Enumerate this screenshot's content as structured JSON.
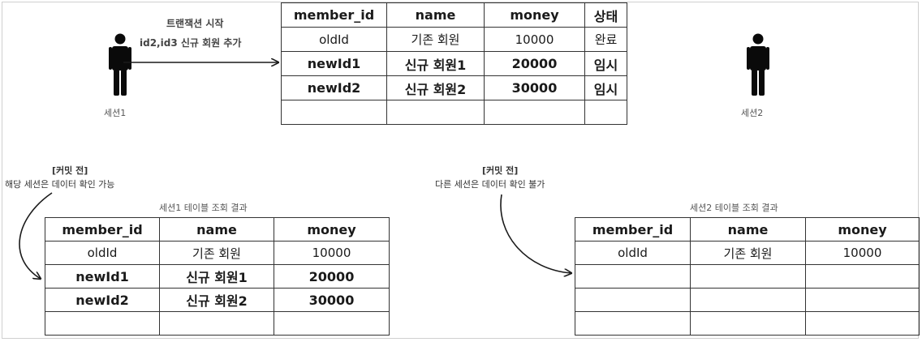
{
  "main_table": {
    "headers": [
      "member_id",
      "name",
      "money",
      "상태"
    ],
    "rows": [
      [
        "oldId",
        "기존 회원",
        "10000",
        "완료"
      ],
      [
        "newId1",
        "신규 회원1",
        "20000",
        "임시"
      ],
      [
        "newId2",
        "신규 회원2",
        "30000",
        "임시"
      ],
      [
        "",
        "",
        "",
        ""
      ]
    ]
  },
  "arrow_label": {
    "line1": "트랜잭션 시작",
    "line2": "id2,id3 신규 회원 추가"
  },
  "session1": {
    "label": "세션1",
    "note_title": "[커밋 전]",
    "note_body": "해당 세션은 데이터 확인 가능",
    "table_caption": "세션1 테이블 조회 결과",
    "table": {
      "headers": [
        "member_id",
        "name",
        "money"
      ],
      "rows": [
        [
          "oldId",
          "기존 회원",
          "10000"
        ],
        [
          "newId1",
          "신규 회원1",
          "20000"
        ],
        [
          "newId2",
          "신규 회원2",
          "30000"
        ],
        [
          "",
          "",
          ""
        ]
      ]
    }
  },
  "session2": {
    "label": "세션2",
    "note_title": "[커밋 전]",
    "note_body": "다른 세션은 데이터 확인 불가",
    "table_caption": "세션2 테이블 조회 결과",
    "table": {
      "headers": [
        "member_id",
        "name",
        "money"
      ],
      "rows": [
        [
          "oldId",
          "기존 회원",
          "10000"
        ],
        [
          "",
          "",
          ""
        ],
        [
          "",
          "",
          ""
        ],
        [
          "",
          "",
          ""
        ]
      ]
    }
  },
  "colors": {
    "stroke": "#333333",
    "person": "#0a0a0a",
    "caption": "#555555"
  }
}
